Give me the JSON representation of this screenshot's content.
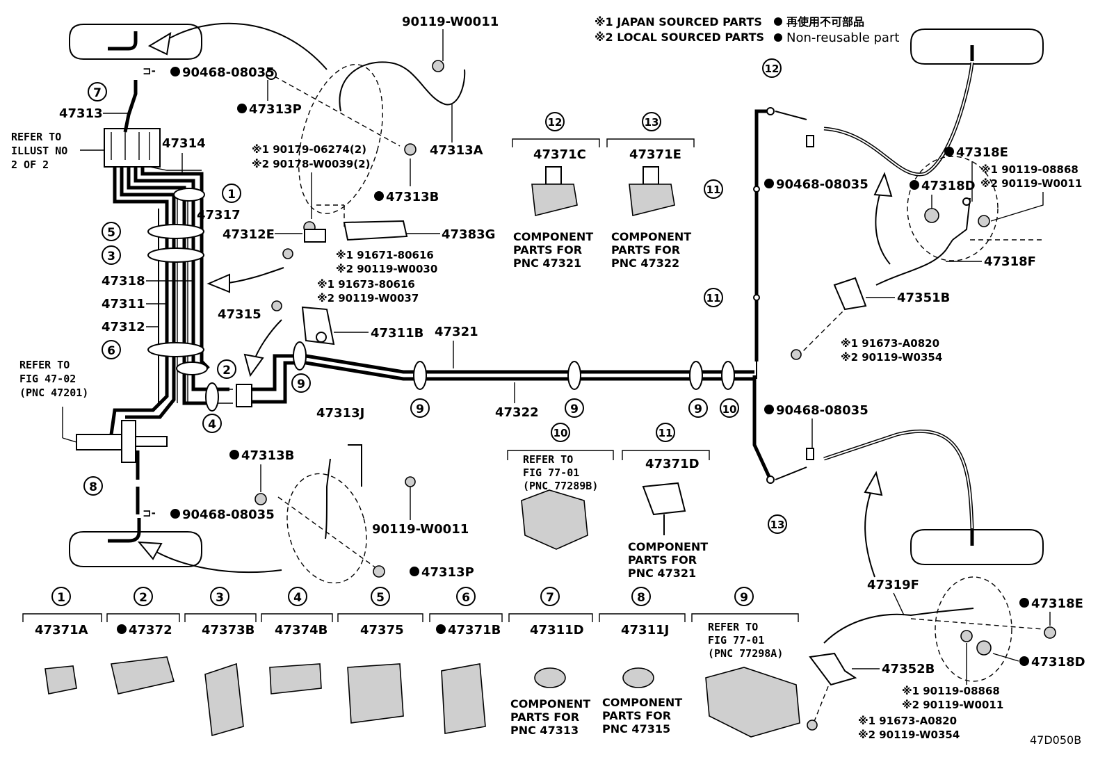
{
  "legend": {
    "japan_sourced": "※1 JAPAN SOURCED PARTS",
    "local_sourced": "※2 LOCAL SOURCED PARTS",
    "non_reusable_jp": "再使用不可部品",
    "non_reusable_en": "Non-reusable part"
  },
  "figure_code": "47D050B",
  "labels": {
    "p90119_w0011_top": "90119-W0011",
    "p90468_08035_tl": "90468-08035",
    "p47313P_top": "47313P",
    "p47313": "47313",
    "p47313A": "47313A",
    "p47314": "47314",
    "p47317": "47317",
    "p90179": "※1 90179-06274(2)",
    "p90178": "※2 90178-W0039(2)",
    "p47313B_top": "47313B",
    "p47312E": "47312E",
    "p47383G": "47383G",
    "p91671": "※1 91671-80616",
    "p90119_w0030": "※2 90119-W0030",
    "p47318": "47318",
    "p47311": "47311",
    "p47312": "47312",
    "p47315": "47315",
    "p91673_80616": "※1 91673-80616",
    "p90119_w0037": "※2 90119-W0037",
    "p47311B": "47311B",
    "p47321": "47321",
    "p47322": "47322",
    "p47313J": "47313J",
    "p47313B_bot": "47313B",
    "p90468_08035_bl": "90468-08035",
    "p90119_w0011_bot": "90119-W0011",
    "p47313P_bot": "47313P",
    "p47371C": "47371C",
    "p47371E": "47371E",
    "p47371D": "47371D",
    "p90468_08035_rt": "90468-08035",
    "p90468_08035_rb": "90468-08035",
    "p47318E_top": "47318E",
    "p47318D_top": "47318D",
    "p90119_08868_top": "※1 90119-08868",
    "p90119_w0011_rt": "※2 90119-W0011",
    "p47318F": "47318F",
    "p47351B": "47351B",
    "p91673_a0820_top": "※1 91673-A0820",
    "p90119_w0354_top": "※2 90119-W0354",
    "p47319F": "47319F",
    "p47318E_bot": "47318E",
    "p47318D_bot": "47318D",
    "p47352B": "47352B",
    "p90119_08868_bot": "※1 90119-08868",
    "p90119_w0011_rb": "※2 90119-W0011",
    "p91673_a0820_bot": "※1 91673-A0820",
    "p90119_w0354_bot": "※2 90119-W0354"
  },
  "refer": {
    "illust_1": "REFER TO",
    "illust_2": "ILLUST NO",
    "illust_3": "2 OF 2",
    "fig4702_1": "REFER TO",
    "fig4702_2": "FIG 47-02",
    "fig4702_3": "(PNC 47201)",
    "fig7701a_1": "REFER TO",
    "fig7701a_2": "FIG 77-01",
    "fig7701a_3": "(PNC 77289B)",
    "fig7701b_1": "REFER TO",
    "fig7701b_2": "FIG 77-01",
    "fig7701b_3": "(PNC 77298A)"
  },
  "component_notes": {
    "c12_1": "COMPONENT",
    "c12_2": "PARTS FOR",
    "c12_3": "PNC 47321",
    "c13_1": "COMPONENT",
    "c13_2": "PARTS FOR",
    "c13_3": "PNC 47322",
    "c11_1": "COMPONENT",
    "c11_2": "PARTS FOR",
    "c11_3": "PNC 47321",
    "c7_1": "COMPONENT",
    "c7_2": "PARTS FOR",
    "c7_3": "PNC 47313",
    "c8_1": "COMPONENT",
    "c8_2": "PARTS FOR",
    "c8_3": "PNC 47315"
  },
  "callouts": {
    "c1": "1",
    "c2": "2",
    "c3": "3",
    "c4": "4",
    "c5": "5",
    "c6": "6",
    "c7": "7",
    "c8": "8",
    "c9a": "9",
    "c9b": "9",
    "c9c": "9",
    "c9d": "9",
    "c10": "10",
    "c11a": "11",
    "c11b": "11",
    "c12": "12",
    "c13": "13",
    "k10": "10",
    "k11": "11",
    "k12": "12",
    "k13": "13"
  },
  "bottom_row": [
    {
      "num": "1",
      "code": "47371A"
    },
    {
      "num": "2",
      "code": "47372"
    },
    {
      "num": "3",
      "code": "47373B"
    },
    {
      "num": "4",
      "code": "47374B"
    },
    {
      "num": "5",
      "code": "47375"
    },
    {
      "num": "6",
      "code": "47371B"
    },
    {
      "num": "7",
      "code": "47311D"
    },
    {
      "num": "8",
      "code": "47311J"
    },
    {
      "num": "9",
      "code": ""
    }
  ]
}
